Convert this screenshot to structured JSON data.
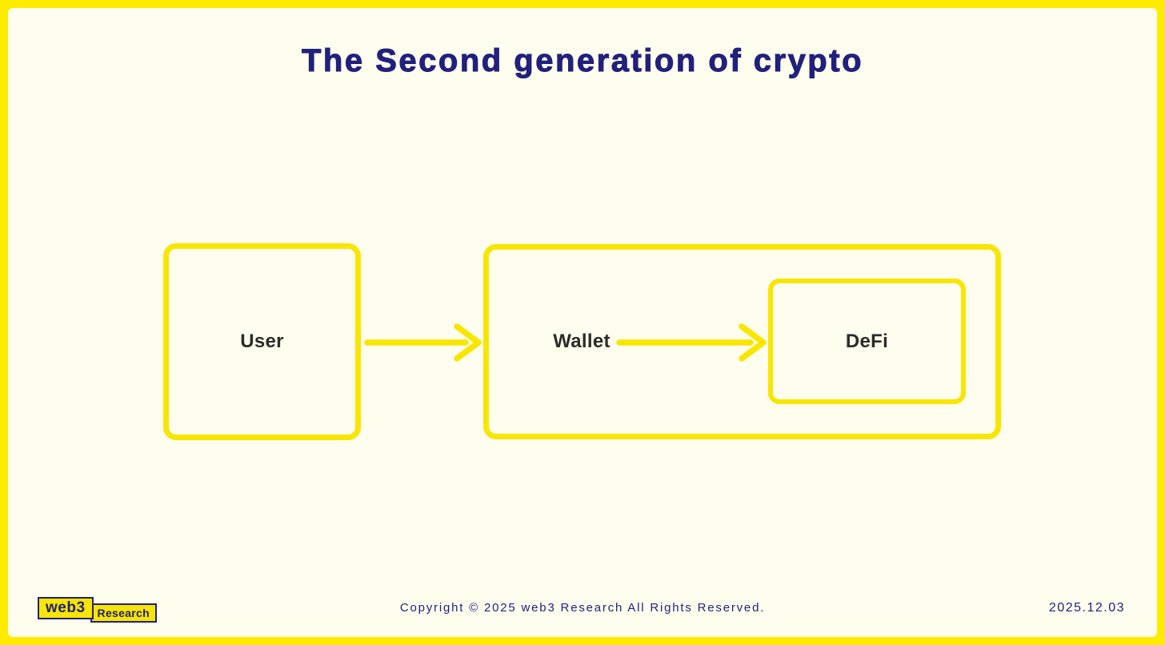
{
  "page": {
    "title": "The Second generation of crypto"
  },
  "colors": {
    "frame_yellow": "#FFEB00",
    "diagram_yellow": "#F8E500",
    "background_cream": "#FFFDEE",
    "navy": "#21217D",
    "label_dark": "#2B2B2B"
  },
  "diagram": {
    "nodes": [
      {
        "id": "user",
        "label": "User"
      },
      {
        "id": "wallet",
        "label": "Wallet"
      },
      {
        "id": "defi",
        "label": "DeFi"
      }
    ],
    "edges": [
      {
        "from": "user",
        "to": "wallet",
        "icon": "arrow-right-icon"
      },
      {
        "from": "wallet",
        "to": "defi",
        "icon": "arrow-right-icon"
      }
    ]
  },
  "footer": {
    "logo": {
      "primary": "web3",
      "secondary": "Research"
    },
    "copyright": "Copyright © 2025 web3 Research All Rights Reserved.",
    "date": "2025.12.03"
  }
}
